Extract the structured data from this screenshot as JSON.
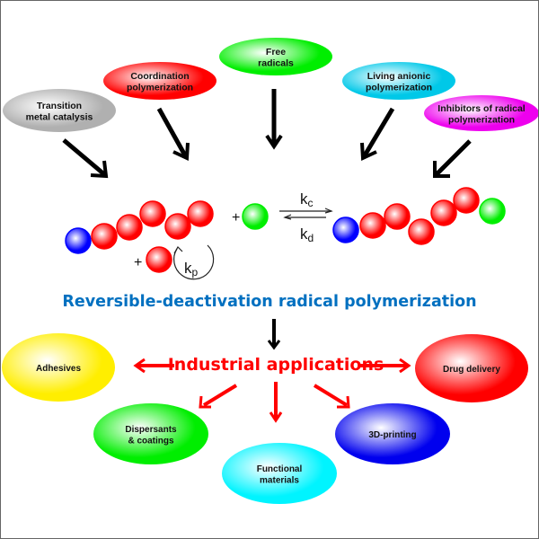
{
  "sources": [
    {
      "id": "transition",
      "lines": [
        "Transition",
        "metal catalysis"
      ],
      "color": "#b0b0b0"
    },
    {
      "id": "coordination",
      "lines": [
        "Coordination",
        "polymerization"
      ],
      "color": "#ff0000"
    },
    {
      "id": "free-radicals",
      "lines": [
        "Free",
        "radicals"
      ],
      "color": "#00ee00"
    },
    {
      "id": "living-anionic",
      "lines": [
        "Living anionic",
        "polymerization"
      ],
      "color": "#00c8e8"
    },
    {
      "id": "inhibitors",
      "lines": [
        "Inhibitors of radical",
        "polymerization"
      ],
      "color": "#ee00ee"
    }
  ],
  "reaction": {
    "plus": "+",
    "kc": "k",
    "kc_sub": "c",
    "kd": "k",
    "kd_sub": "d",
    "kp": "k",
    "kp_sub": "p",
    "colors": {
      "initiator": "#0000ff",
      "monomer": "#ff0000",
      "cap": "#00ee00"
    }
  },
  "method_title": "Reversible-deactivation radical polymerization",
  "method_color": "#0070c0",
  "applications_title": "Industrial applications",
  "applications_color": "#ff0000",
  "applications": [
    {
      "id": "adhesives",
      "lines": [
        "Adhesives"
      ],
      "color": "#ffee00"
    },
    {
      "id": "drug-delivery",
      "lines": [
        "Drug delivery"
      ],
      "color": "#ff0000"
    },
    {
      "id": "dispersants",
      "lines": [
        "Dispersants",
        "& coatings"
      ],
      "color": "#00ee00"
    },
    {
      "id": "functional",
      "lines": [
        "Functional",
        "materials"
      ],
      "color": "#00f4ff"
    },
    {
      "id": "3d-printing",
      "lines": [
        "3D-printing"
      ],
      "color": "#0000ee"
    }
  ]
}
